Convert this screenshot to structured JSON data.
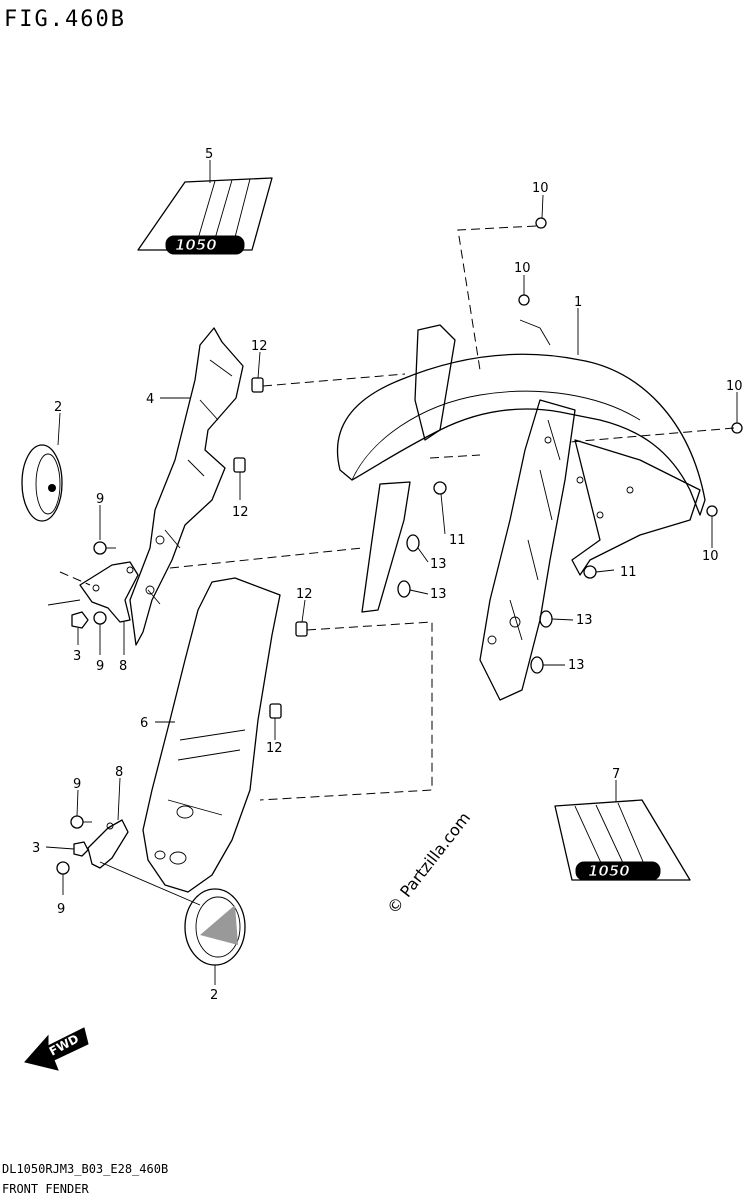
{
  "header": {
    "figure_id": "FIG.460B"
  },
  "footer": {
    "model_code": "DL1050RJM3_B03_E28_460B",
    "section_title": "FRONT FENDER"
  },
  "watermark": {
    "text": "© Partzilla.com"
  },
  "decals": {
    "model_badge": "1050"
  },
  "direction_arrow": {
    "label": "FWD"
  },
  "callouts": {
    "c1": "1",
    "c2a": "2",
    "c2b": "2",
    "c3a": "3",
    "c3b": "3",
    "c4": "4",
    "c5": "5",
    "c6": "6",
    "c7": "7",
    "c8a": "8",
    "c8b": "8",
    "c9a": "9",
    "c9b": "9",
    "c9c": "9",
    "c9d": "9",
    "c10a": "10",
    "c10b": "10",
    "c10c": "10",
    "c10d": "10",
    "c11a": "11",
    "c11b": "11",
    "c12a": "12",
    "c12b": "12",
    "c12c": "12",
    "c12d": "12",
    "c13a": "13",
    "c13b": "13",
    "c13c": "13",
    "c13d": "13"
  }
}
